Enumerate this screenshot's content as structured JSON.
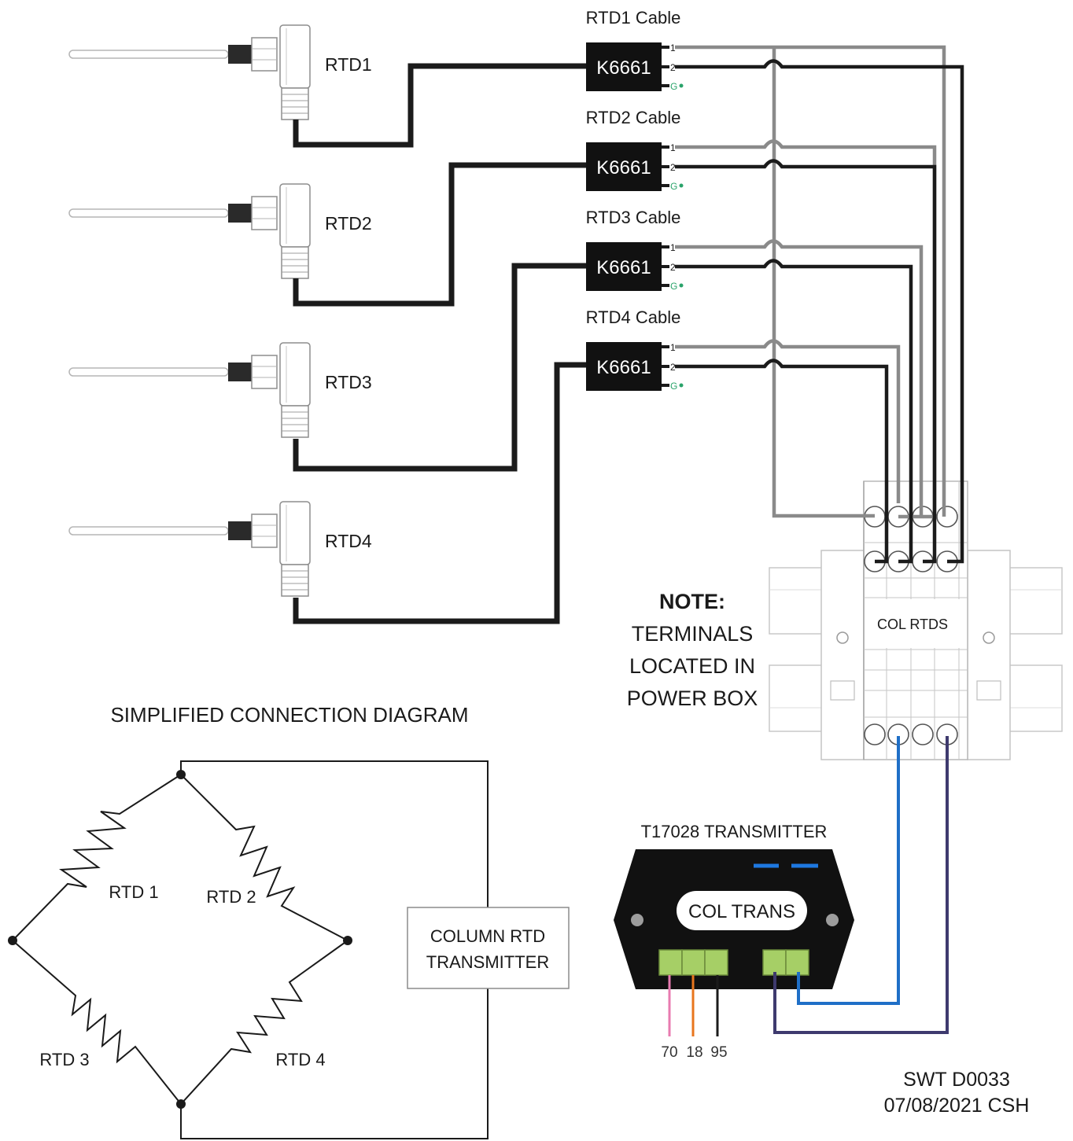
{
  "sensors": [
    {
      "label": "RTD1"
    },
    {
      "label": "RTD2"
    },
    {
      "label": "RTD3"
    },
    {
      "label": "RTD4"
    }
  ],
  "cables": [
    {
      "title": "RTD1 Cable",
      "part": "K6661",
      "pins": [
        "1",
        "2",
        "G"
      ]
    },
    {
      "title": "RTD2 Cable",
      "part": "K6661",
      "pins": [
        "1",
        "2",
        "G"
      ]
    },
    {
      "title": "RTD3 Cable",
      "part": "K6661",
      "pins": [
        "1",
        "2",
        "G"
      ]
    },
    {
      "title": "RTD4 Cable",
      "part": "K6661",
      "pins": [
        "1",
        "2",
        "G"
      ]
    }
  ],
  "terminal_block": {
    "label": "COL RTDS"
  },
  "note": {
    "title": "NOTE:",
    "lines": [
      "TERMINALS",
      "LOCATED IN",
      "POWER BOX"
    ]
  },
  "simplified": {
    "title": "SIMPLIFIED CONNECTION DIAGRAM",
    "resistors": [
      "RTD 1",
      "RTD 2",
      "RTD 3",
      "RTD 4"
    ],
    "transmitter_lines": [
      "COLUMN RTD",
      "TRANSMITTER"
    ]
  },
  "transmitter": {
    "title": "T17028 TRANSMITTER",
    "badge": "COL TRANS",
    "wire_labels": [
      "70",
      "18",
      "95"
    ]
  },
  "footer": {
    "drawing_id": "SWT D0033",
    "date_line": "07/08/2021 CSH"
  },
  "colors": {
    "cable_black": "#1b1b1b",
    "wire_grey": "#8a8a8a",
    "wire_blue": "#1f6fc7",
    "wire_purple": "#3e3a6e",
    "wire_pink": "#e87bb0",
    "wire_orange": "#e8761e",
    "connector_green": "#a6cf66",
    "ground_green": "#2aa36a",
    "led_blue": "#1e78e0"
  }
}
